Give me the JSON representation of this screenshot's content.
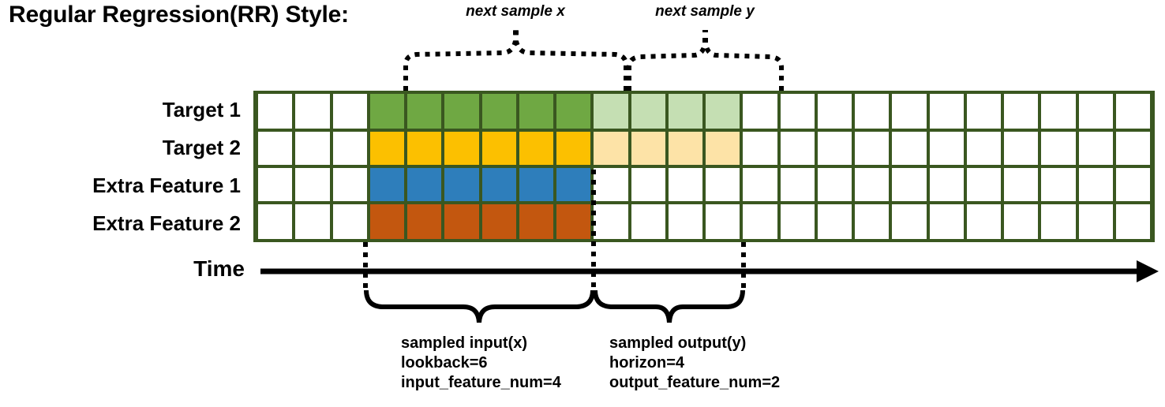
{
  "title": "Regular Regression(RR) Style:",
  "annotations": {
    "next_sample_x": "next sample x",
    "next_sample_y": "next sample y"
  },
  "rows": [
    {
      "label": "Target 1",
      "fill": "green",
      "light_fill": "lgreen"
    },
    {
      "label": "Target 2",
      "fill": "yellow",
      "light_fill": "lyellow"
    },
    {
      "label": "Extra Feature 1",
      "fill": "blue",
      "light_fill": "white"
    },
    {
      "label": "Extra Feature 2",
      "fill": "orange",
      "light_fill": "white"
    }
  ],
  "grid": {
    "total_columns": 24,
    "leading_blank_columns": 3,
    "input_columns": 6,
    "output_columns": 4,
    "trailing_blank_columns": 11
  },
  "time_axis": {
    "label": "Time"
  },
  "captions": {
    "input": {
      "line1": "sampled input(x)",
      "line2": "lookback=6",
      "line3": "input_feature_num=4"
    },
    "output": {
      "line1": "sampled output(y)",
      "line2": "horizon=4",
      "line3": "output_feature_num=2"
    }
  },
  "colors": {
    "grid_border": "#3a5720",
    "green": "#6fa843",
    "light_green": "#c5dfb3",
    "yellow": "#fcc000",
    "light_yellow": "#fde3a7",
    "blue": "#2e7ebb",
    "orange": "#c3570f",
    "line": "#000000"
  }
}
